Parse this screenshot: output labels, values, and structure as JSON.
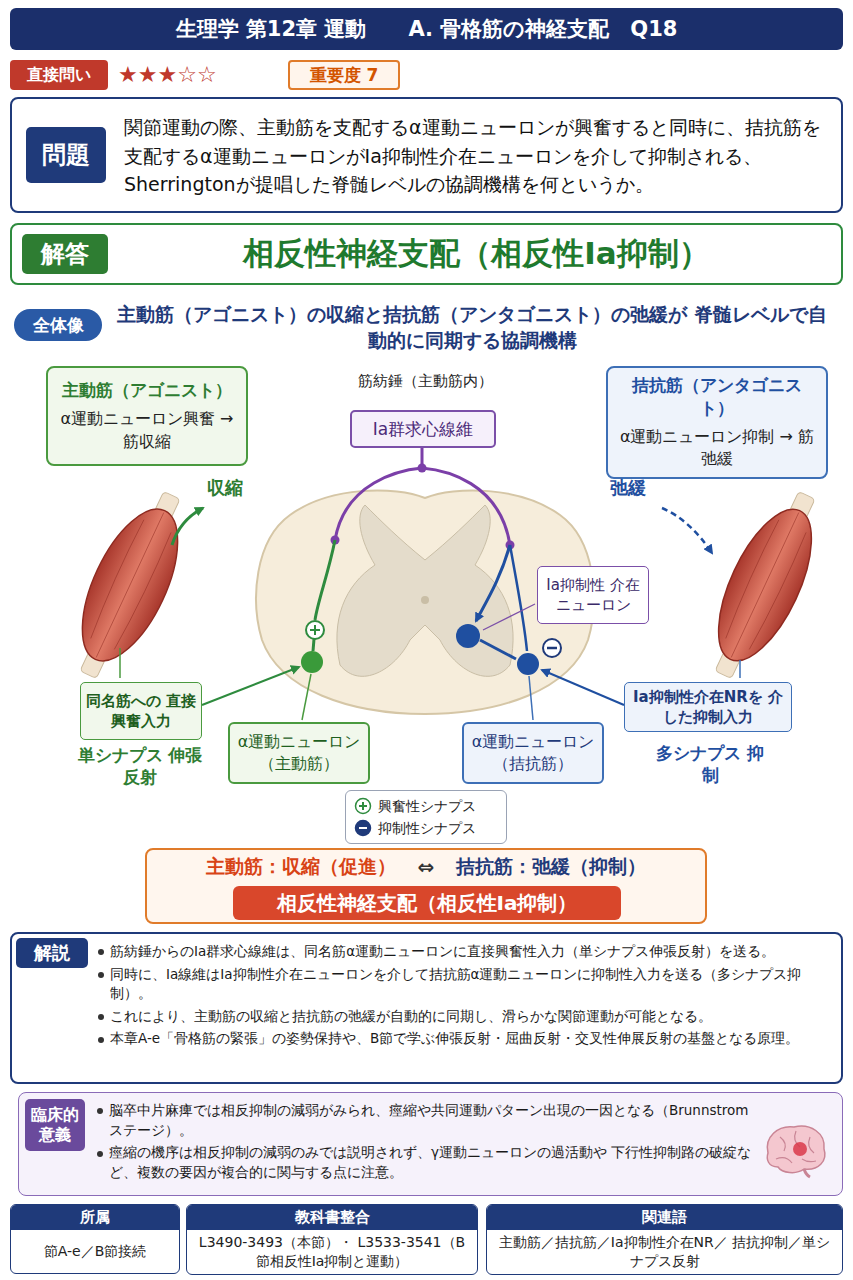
{
  "diagram": {
    "title": "生理学 第12章 運動　　A. 骨格筋の神経支配　Q18",
    "nodes": [
      {
        "text": [
          "直接問い"
        ]
      },
      {
        "text": [
          "重要度 7"
        ]
      },
      {
        "text": [
          "関節運動の際、主動筋を支配するα運動ニューロンが興奮すると同時に、拮抗筋を支配するα運動ニューロンがIa抑制性介在ニューロンを介して抑制される、Sherringtonが提唱した脊髄レベルの協調機構を何というか。"
        ]
      },
      {
        "text": [
          "問題"
        ],
        "in": 2
      },
      {
        "text": [
          "相反性神経支配（相反性Ia抑制）"
        ]
      },
      {
        "text": [
          "解答"
        ],
        "in": 4
      },
      {
        "text": [
          "全体像"
        ]
      },
      {
        "text": [
          "主動筋（アゴニスト）",
          "α運動ニューロン興奮 → 筋収縮"
        ]
      },
      {
        "text": [
          "Ia群求心線維"
        ]
      },
      {
        "text": [
          "拮抗筋（アンタゴニスト）",
          "α運動ニューロン抑制 → 筋弛緩"
        ]
      },
      {
        "text": [
          "Ia抑制性 介在ニューロン"
        ]
      },
      {
        "text": [
          "同名筋への 直接興奮入力"
        ]
      },
      {
        "text": [
          "α運動ニューロン （主動筋）"
        ]
      },
      {
        "text": [
          "α運動ニューロン （拮抗筋）"
        ]
      },
      {
        "text": [
          "Ia抑制性介在NRを 介した抑制入力"
        ]
      },
      {
        "text": [
          "主動筋：収縮（促進）",
          "⇔",
          "拮抗筋：弛緩（抑制）"
        ]
      },
      {
        "text": [
          "相反性神経支配（相反性Ia抑制）"
        ],
        "in": 15
      },
      {
        "text": [
          "筋紡錘からのIa群求心線維は、同名筋α運動ニューロンに直接興奮性入力（単シナプス伸張反射）を送る。",
          "同時に、Ia線維はIa抑制性介在ニューロンを介して拮抗筋α運動ニューロンに抑制性入力を送る（多シナプス抑制）。",
          "これにより、主動筋の収縮と拮抗筋の弛緩が自動的に同期し、滑らかな関節運動が可能となる。",
          "本章A-e「骨格筋の緊張」の姿勢保持や、B節で学ぶ伸張反射・屈曲反射・交叉性伸展反射の基盤となる原理。"
        ]
      },
      {
        "text": [
          "解説"
        ],
        "in": 17
      },
      {
        "text": [
          "脳卒中片麻痺では相反抑制の減弱がみられ、痙縮や共同運動パターン出現の一因となる（Brunnstromステージ）。",
          "痙縮の機序は相反抑制の減弱のみでは説明されず、γ運動ニューロンの過活動や 下行性抑制路の破綻など、複数の要因が複合的に関与する点に注意。"
        ]
      },
      {
        "text": [
          "臨床的 意義"
        ],
        "in": 19
      },
      {
        "text": [
          "所属",
          "節A-e／B節接続"
        ]
      },
      {
        "text": [
          "教科書整合",
          "L3490-3493（本節）・ L3533-3541（B節相反性Ia抑制と運動）"
        ]
      },
      {
        "text": [
          "関連語",
          "主動筋／拮抗筋／Ia抑制性介在NR／ 拮抗抑制／単シナプス反射"
        ]
      }
    ],
    "labels": [
      "★★★☆☆",
      "主動筋（アゴニスト）の収縮と拮抗筋（アンタゴニスト）の弛緩が 脊髄レベルで自動的に同期する協調機構",
      "筋紡錘（主動筋内）",
      "収縮",
      "弛緩",
      "単シナプス 伸張反射",
      "多シナプス 抑制"
    ],
    "legend": [
      {
        "text": "興奮性シナプス"
      },
      {
        "text": "抑制性シナプス"
      }
    ]
  }
}
